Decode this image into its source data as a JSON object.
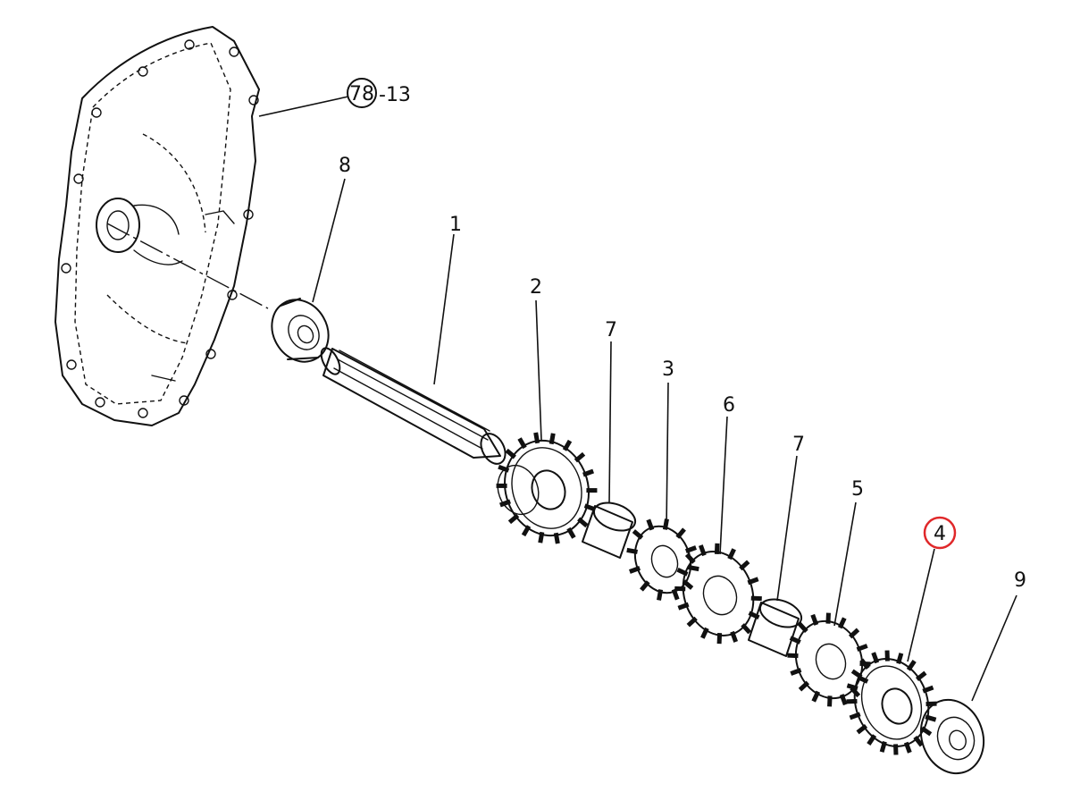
{
  "diagram": {
    "reference": {
      "circled": "78",
      "suffix": "-13"
    },
    "parts": [
      {
        "id": "part-1",
        "label": "1"
      },
      {
        "id": "part-2",
        "label": "2"
      },
      {
        "id": "part-3",
        "label": "3"
      },
      {
        "id": "part-4",
        "label": "4",
        "highlighted": true
      },
      {
        "id": "part-5",
        "label": "5"
      },
      {
        "id": "part-6",
        "label": "6"
      },
      {
        "id": "part-7a",
        "label": "7"
      },
      {
        "id": "part-7b",
        "label": "7"
      },
      {
        "id": "part-8",
        "label": "8"
      },
      {
        "id": "part-9",
        "label": "9"
      }
    ],
    "highlight_color": "#e0282a"
  }
}
